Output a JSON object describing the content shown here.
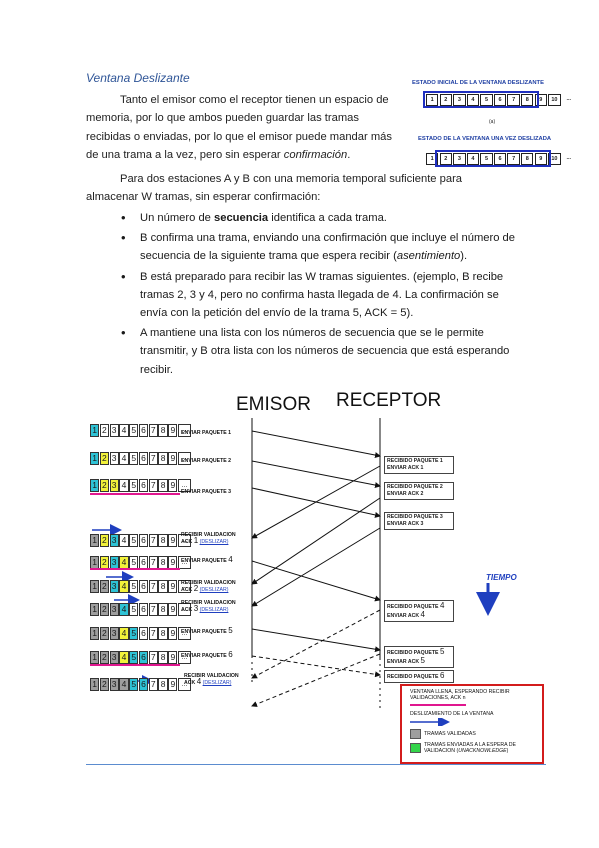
{
  "heading": "Ventana Deslizante",
  "p1": {
    "a": "Tanto el emisor como el receptor tienen un espacio de memoria, por lo que ambos pueden guardar las tramas recibidas o enviadas, por lo que el emisor puede mandar más de una trama a la vez, pero sin esperar ",
    "b": "confirmación",
    "c": "."
  },
  "p2": "Para dos estaciones A y B con una memoria temporal suficiente para almacenar W tramas, sin esperar confirmación:",
  "bullets": {
    "b1a": "Un número de ",
    "b1b": "secuencia",
    "b1c": " identifica a cada trama.",
    "b2a": "B confirma una trama, enviando una confirmación que incluye el número de secuencia de la siguiente trama que espera recibir (",
    "b2b": "asentimiento",
    "b2c": ").",
    "b3": "B está preparado para recibir las W tramas siguientes. (ejemplo, B recibe tramas 2, 3 y 4, pero no confirma hasta llegada de 4. La confirmación se envía con la petición del envío de la trama 5, ACK = 5).",
    "b4": "A mantiene una lista con los números de secuencia que se le permite transmitir, y B otra lista con los números de secuencia que está esperando recibir."
  },
  "mini": {
    "title1": "ESTADO INICIAL DE LA VENTANA DESLIZANTE",
    "title2": "ESTADO DE LA VENTANA UNA VEZ DESLIZADA",
    "caption": "(a)",
    "nums": [
      "1",
      "2",
      "3",
      "4",
      "5",
      "6",
      "7",
      "8",
      "9",
      "10"
    ],
    "dots": "..."
  },
  "diagram": {
    "emisor": "EMISOR",
    "receptor": "RECEPTOR",
    "tiempo": "TIEMPO",
    "seqnums": [
      "1",
      "2",
      "3",
      "4",
      "5",
      "6",
      "7",
      "8",
      "9"
    ],
    "dots": "...",
    "left": [
      {
        "t": "ENVIAR PAQUETE 1"
      },
      {
        "t": "ENVIAR PAQUETE 2"
      },
      {
        "t": "ENVIAR PAQUETE 3"
      },
      {
        "t1": "RECIBIR VALIDACION",
        "t2": "ACK ",
        "n": "1",
        "link": "(DESLIZAR)"
      },
      {
        "t": "ENVIAR PAQUETE ",
        "n": "4"
      },
      {
        "t1": "RECIBIR VALIDACION",
        "t2": "ACK ",
        "n": "2",
        "link": "(DESLIZAR)"
      },
      {
        "t1": "RECIBIR VALIDACION",
        "t2": "ACK ",
        "n": "3",
        "link": "(DESLIZAR)"
      },
      {
        "t": "ENVIAR PAQUETE ",
        "n": "5"
      },
      {
        "t": "ENVIAR PAQUETE ",
        "n": "6"
      },
      {
        "t1": "RECIBIR VALIDACION",
        "t2": "ACK ",
        "n": "4",
        "link": "(DESLIZAR)"
      }
    ],
    "right": [
      {
        "a": "RECIBIDO PAQUETE 1",
        "b": "ENVIAR ACK 1"
      },
      {
        "a": "RECIBIDO PAQUETE 2",
        "b": "ENVIAR ACK 2"
      },
      {
        "a": "RECIBIDO PAQUETE 3",
        "b": "ENVIAR ACK  3"
      },
      {
        "a": "RECIBIDO PAQUETE ",
        "an": "4",
        "b": "ENVIAR ACK ",
        "bn": "4"
      },
      {
        "a": "RECIBIDO PAQUETE ",
        "an": "5",
        "b": "ENVIAR ACK ",
        "bn": "5"
      },
      {
        "a": "RECIBIDO PAQUETE ",
        "an": "6",
        "b": ""
      }
    ],
    "legend": {
      "l1": "VENTANA LLENA, ESPERANDO RECIBIR VALIDACIONES, ACK n",
      "l2": "DESLIZAMIENTO DE LA VENTANA",
      "l3": "TRAMAS VALIDADAS",
      "l4a": "TRAMAS ENVIADAS A LA ESPERA DE VALIDACION (",
      "l4b": "UNACKNOWLEDGE",
      "l4c": ")"
    },
    "colors": {
      "gray": "#9e9e9e",
      "cyan": "#2ec3d6",
      "yellow": "#f2f23a",
      "green": "#33d44a",
      "magenta": "#e0168f",
      "blue": "#1f3fbf",
      "red": "#d31c1c"
    }
  }
}
